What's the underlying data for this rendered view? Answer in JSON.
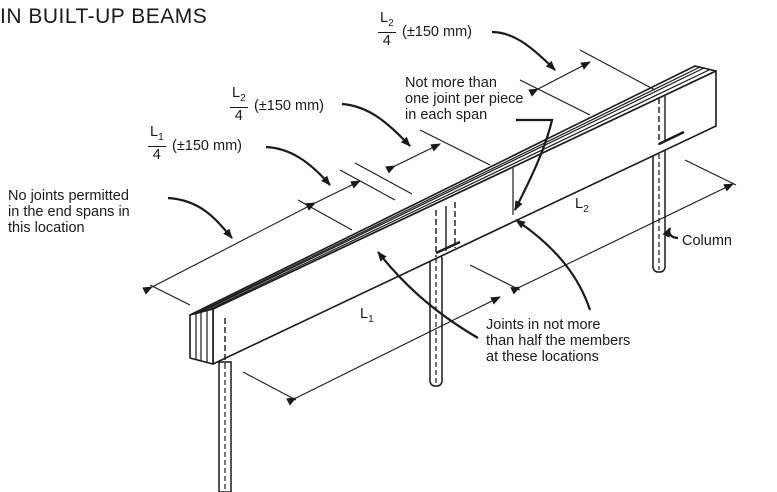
{
  "title": "IN BUILT-UP BEAMS",
  "labels": {
    "no_joints": [
      "No joints permitted",
      "in the end spans in",
      "this location"
    ],
    "one_joint": [
      "Not more than",
      "one joint per piece",
      "in each span"
    ],
    "half_members": [
      "Joints in not more",
      "than half the members",
      "at these locations"
    ],
    "column": "Column",
    "span1": "L",
    "span1_sub": "1",
    "span2": "L",
    "span2_sub": "2",
    "tolerance": "(±150 mm)",
    "frac_top": {
      "num": "L",
      "sub": "2",
      "den": "4"
    },
    "frac_mid": {
      "num": "L",
      "sub": "2",
      "den": "4"
    },
    "frac_low": {
      "num": "L",
      "sub": "1",
      "den": "4"
    }
  }
}
